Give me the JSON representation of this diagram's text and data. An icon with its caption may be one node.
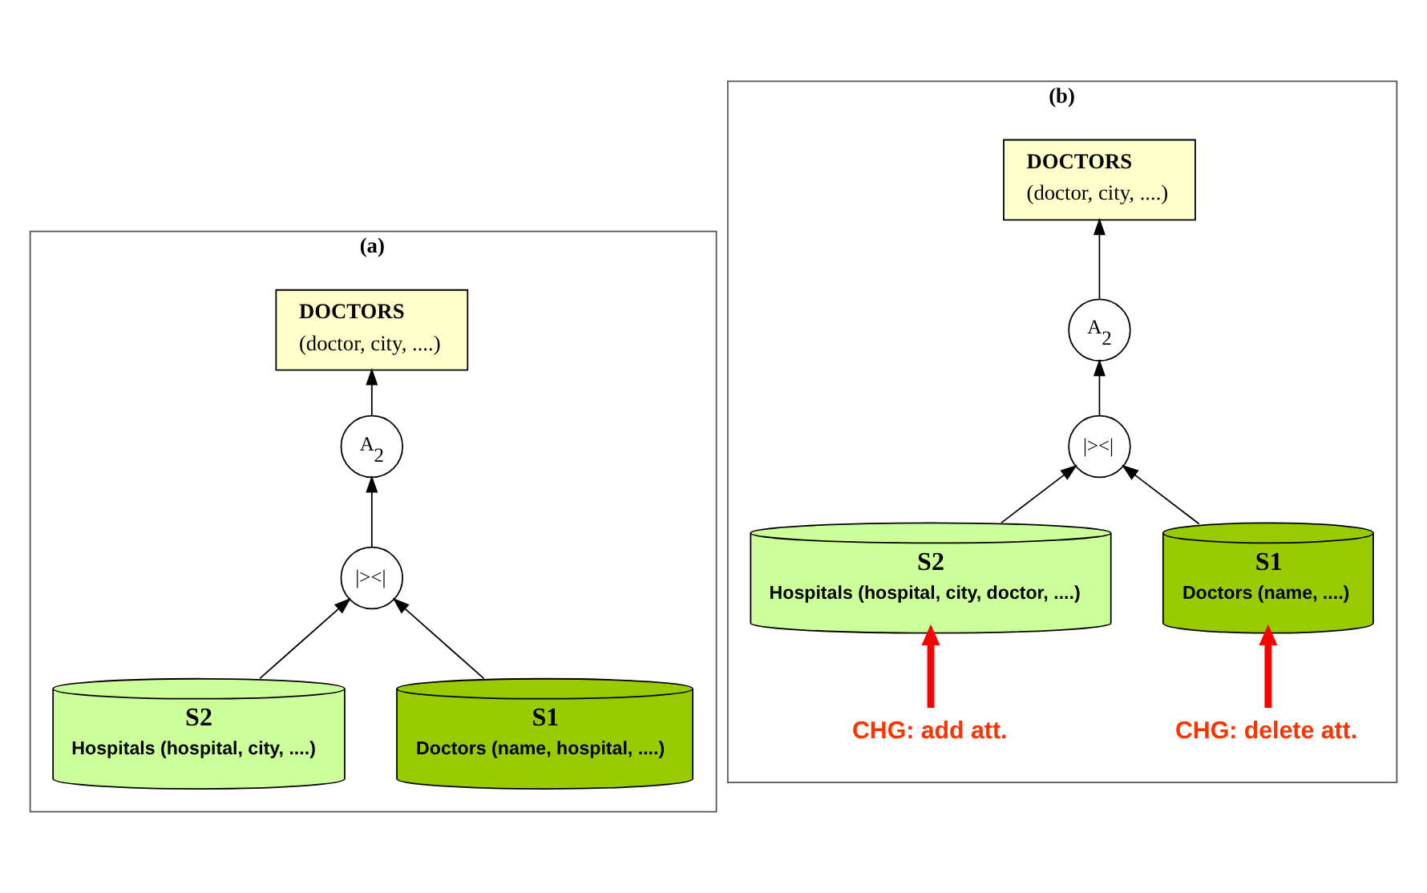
{
  "diagram": {
    "nodes": [
      {
        "text": [
          "(a)"
        ]
      },
      {
        "text": [
          "DOCTORS",
          "(doctor, city, ....)"
        ],
        "in": 0
      },
      {
        "text": [
          "A$_{2}$"
        ],
        "in": 0
      },
      {
        "text": [
          "|><|"
        ],
        "in": 0
      },
      {
        "text": [
          "S1",
          "Doctors (name, hospital, ....)"
        ],
        "in": 0
      },
      {
        "text": [
          "S2",
          "Hospitals (hospital, city, ....)"
        ],
        "in": 0
      },
      {
        "text": [
          "(b)"
        ]
      },
      {
        "text": [
          "DOCTORS",
          "(doctor, city, ....)"
        ],
        "in": 6
      },
      {
        "text": [
          "A$_{2}$"
        ],
        "in": 6
      },
      {
        "text": [
          "|><|"
        ],
        "in": 6
      },
      {
        "text": [
          "S1",
          "Doctors (name, ....)"
        ],
        "in": 6
      },
      {
        "text": [
          "S2",
          "Hospitals (hospital, city, doctor, ....)"
        ],
        "in": 6
      },
      {
        "text": [
          "CHG: delete att."
        ],
        "in": 6
      },
      {
        "text": [
          "CHG: add att."
        ],
        "in": 6
      }
    ],
    "edges": [
      {
        "from": 4,
        "to": 3,
        "arrow": "to"
      },
      {
        "from": 5,
        "to": 3,
        "arrow": "to"
      },
      {
        "from": 3,
        "to": 2,
        "arrow": "to"
      },
      {
        "from": 2,
        "to": 1,
        "arrow": "to"
      },
      {
        "from": 10,
        "to": 9,
        "arrow": "to"
      },
      {
        "from": 11,
        "to": 9,
        "arrow": "to"
      },
      {
        "from": 9,
        "to": 8,
        "arrow": "to"
      },
      {
        "from": 8,
        "to": 7,
        "arrow": "to"
      },
      {
        "from": 12,
        "to": 10,
        "arrow": "to",
        "style": "thick",
        "color": "#ff0000"
      },
      {
        "from": 13,
        "to": 11,
        "arrow": "to",
        "style": "thick",
        "color": "#ff0000"
      }
    ]
  }
}
